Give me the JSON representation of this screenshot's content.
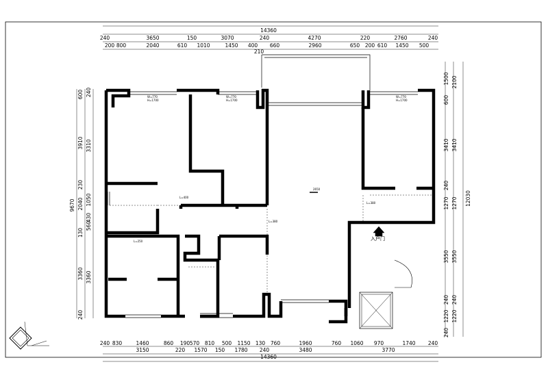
{
  "dims": {
    "top_total": "14360",
    "top_row1": [
      "240",
      "3650",
      "150",
      "3070",
      "240",
      "4270",
      "220",
      "2760",
      "240"
    ],
    "top_row2": [
      "200",
      "800",
      "2040",
      "610",
      "1010",
      "1450",
      "400",
      "660",
      "2960",
      "650",
      "200",
      "610",
      "1450",
      "500"
    ],
    "top_row3": [
      "210"
    ],
    "bottom_row1": [
      "240",
      "830",
      "1460",
      "860",
      "190",
      "570",
      "810",
      "500",
      "1150",
      "130",
      "760",
      "1960",
      "760",
      "1060",
      "970",
      "1740",
      "240"
    ],
    "bottom_row2": [
      "3150",
      "220",
      "1570",
      "150",
      "1780",
      "240",
      "3480",
      "3770"
    ],
    "bottom_total": "14360",
    "left_outer": [
      "600",
      "3910",
      "230",
      "2040",
      "130",
      "3360",
      "240"
    ],
    "left_inner": [
      "240",
      "3310",
      "1050",
      "430",
      "560",
      "3360"
    ],
    "left_total": "9670",
    "right_inner": [
      "1500",
      "600",
      "3410",
      "240",
      "1270",
      "3550",
      "240",
      "1220",
      "240"
    ],
    "right_outer": [
      "2100",
      "3410",
      "1270",
      "3550",
      "240",
      "1220"
    ],
    "right_total": "12030"
  },
  "labels": {
    "entrance": "入户门",
    "win1": "W=770",
    "win1b": "H=1700",
    "win2": "W=770",
    "win2b": "H=1700",
    "win3": "W=770",
    "win3b": "H=1700",
    "beam1": "L=400",
    "beam2": "L=380",
    "beam3": "L=380",
    "beam4": "L=250",
    "ceiling": "2650"
  }
}
